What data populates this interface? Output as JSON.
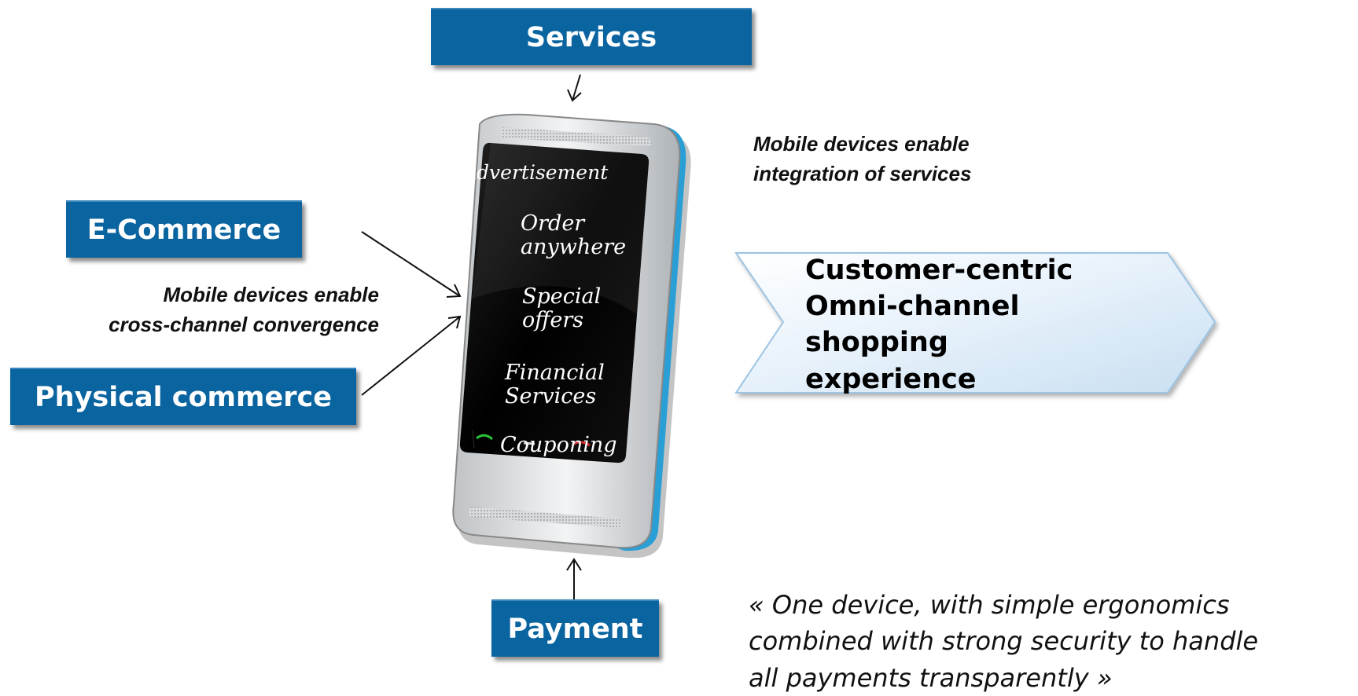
{
  "boxes": {
    "services": "Services",
    "ecommerce": "E-Commerce",
    "physical": "Physical commerce",
    "payment": "Payment"
  },
  "captions": {
    "integration": [
      "Mobile devices enable",
      "integration of services"
    ],
    "convergence": [
      "Mobile devices enable",
      "cross-channel convergence"
    ]
  },
  "phone_screen": {
    "advertisement": "Advertisement",
    "order": [
      "Order",
      "anywhere"
    ],
    "special": [
      "Special",
      "offers"
    ],
    "financial": [
      "Financial",
      "Services"
    ],
    "couponing": "Couponing"
  },
  "chevron": [
    "Customer-centric",
    "Omni-channel",
    "shopping",
    "experience"
  ],
  "quote": [
    "« One device, with simple ergonomics",
    "combined with strong security to handle",
    "all payments transparently »"
  ],
  "colors": {
    "box_blue": "#0a64a0",
    "chevron_fill": "#e6f1fa",
    "chevron_border": "#9cc4e4",
    "phone_accent": "#2a9fd6"
  }
}
